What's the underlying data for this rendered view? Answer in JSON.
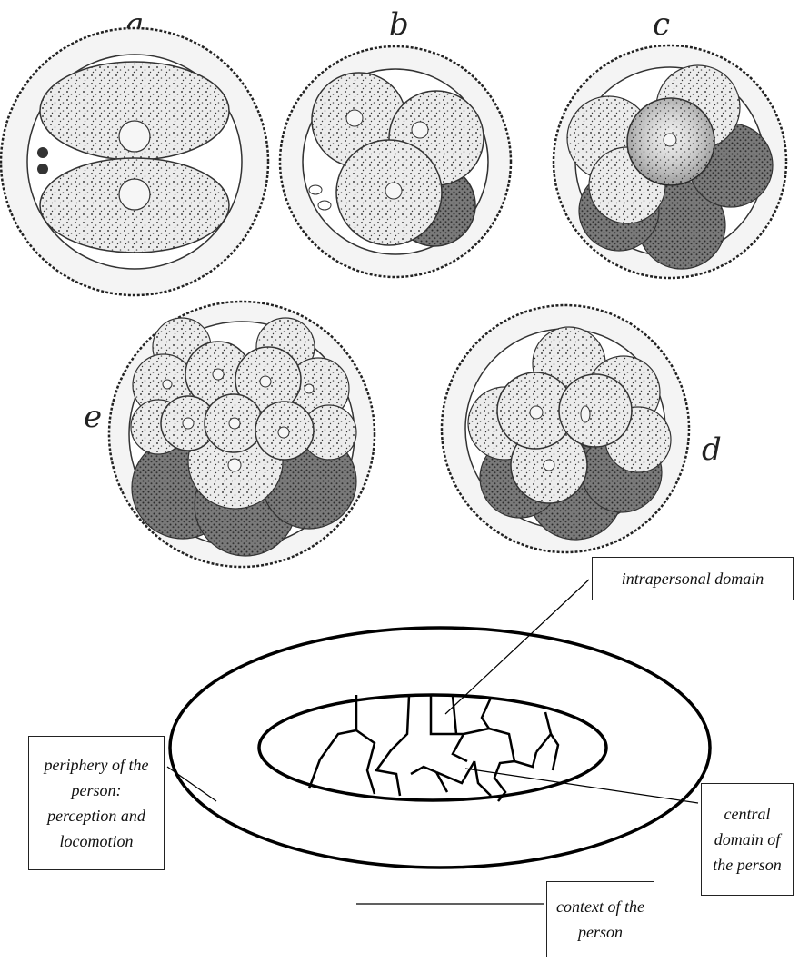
{
  "stages": [
    "a",
    "b",
    "c",
    "e",
    "d"
  ],
  "labels": {
    "intrapersonal": "intrapersonal domain",
    "periphery": "periphery of the person: perception and locomotion",
    "central": "central domain of the person",
    "context": "context of the person"
  }
}
